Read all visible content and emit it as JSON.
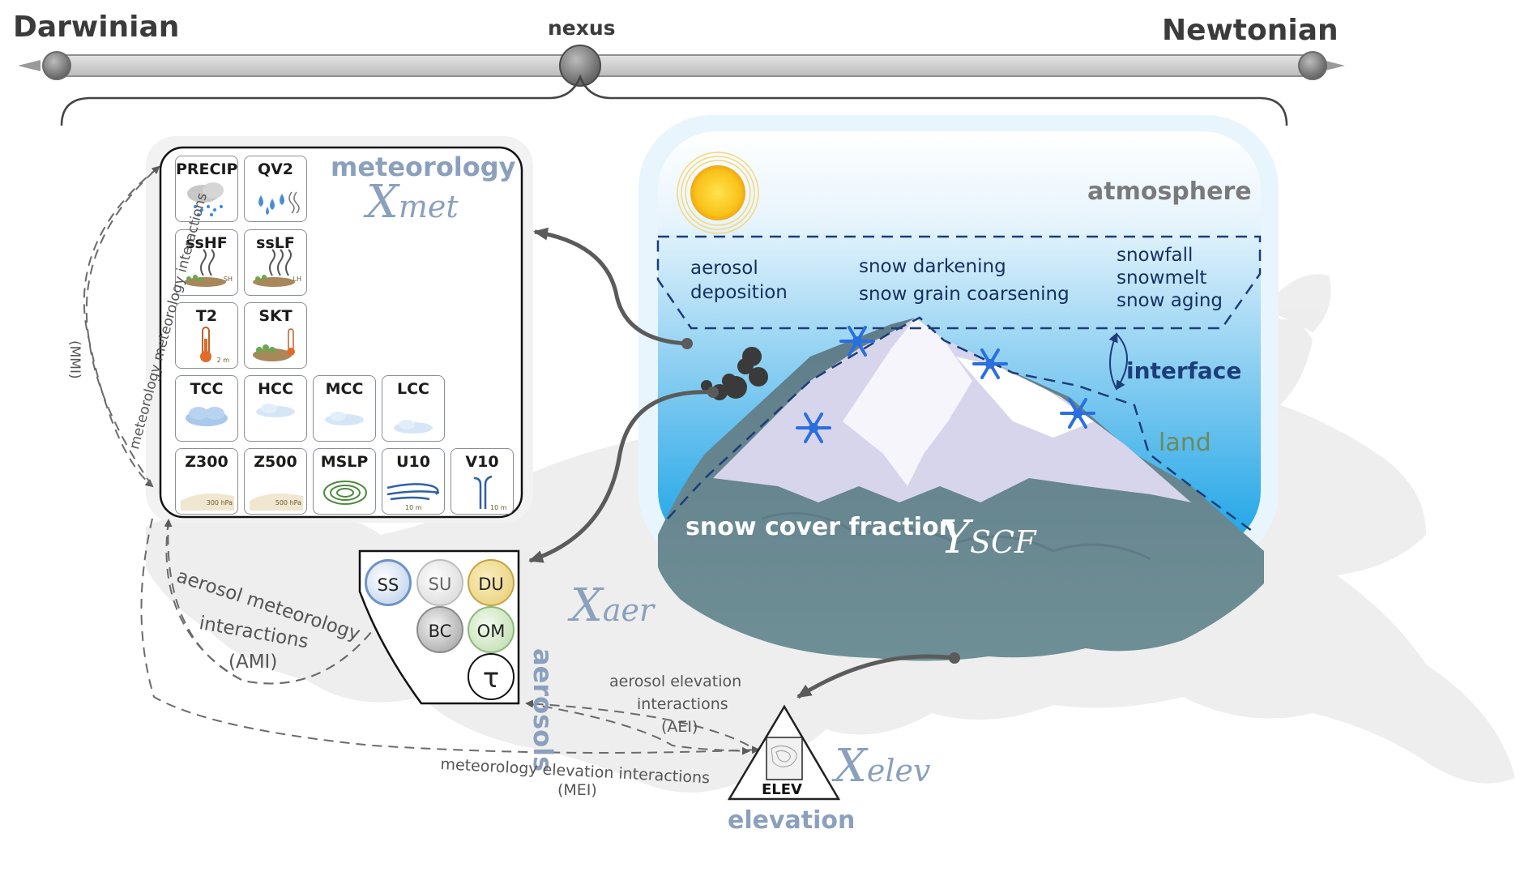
{
  "spectrum": {
    "left": "Darwinian",
    "center": "nexus",
    "right": "Newtonian"
  },
  "meteorology": {
    "title": "meteorology",
    "symbol_base": "X",
    "symbol_sub": "met",
    "tiles": [
      {
        "label": "PRECIP",
        "icon": "cloud-rain-icon"
      },
      {
        "label": "QV2",
        "icon": "humidity-drops-icon"
      },
      {
        "label": "ssHF",
        "icon": "sensible-heat-flux-icon",
        "sub": "SH"
      },
      {
        "label": "ssLF",
        "icon": "latent-heat-flux-icon",
        "sub": "LH"
      },
      {
        "label": "T2",
        "icon": "thermometer-icon",
        "sub": "2 m"
      },
      {
        "label": "SKT",
        "icon": "skin-temperature-icon"
      },
      {
        "label": "TCC",
        "icon": "total-cloud-icon"
      },
      {
        "label": "HCC",
        "icon": "high-cloud-icon"
      },
      {
        "label": "MCC",
        "icon": "mid-cloud-icon"
      },
      {
        "label": "LCC",
        "icon": "low-cloud-icon"
      },
      {
        "label": "Z300",
        "icon": "geopotential-300-icon",
        "sub": "300 hPa"
      },
      {
        "label": "Z500",
        "icon": "geopotential-500-icon",
        "sub": "500 hPa"
      },
      {
        "label": "MSLP",
        "icon": "isobar-swirl-icon"
      },
      {
        "label": "U10",
        "icon": "wind-u-icon",
        "sub": "10 m"
      },
      {
        "label": "V10",
        "icon": "wind-v-icon",
        "sub": "10 m"
      }
    ]
  },
  "aerosols": {
    "title": "aerosols",
    "symbol_base": "X",
    "symbol_sub": "aer",
    "species": [
      "SS",
      "SU",
      "DU",
      "BC",
      "OM"
    ],
    "optical_depth": "τ"
  },
  "elevation": {
    "title": "elevation",
    "box_label": "ELEV",
    "symbol_base": "X",
    "symbol_sub": "elev"
  },
  "target": {
    "label": "snow cover fraction",
    "symbol_base": "Y",
    "symbol_sub": "SCF"
  },
  "regions": {
    "atmosphere": "atmosphere",
    "interface": "interface",
    "land": "land"
  },
  "processes": {
    "col1": [
      "aerosol",
      "deposition"
    ],
    "col2": [
      "snow darkening",
      "snow grain coarsening"
    ],
    "col3": [
      "snowfall",
      "snowmelt",
      "snow aging"
    ]
  },
  "interactions": {
    "mmi": [
      "meteorology meteorology interactions",
      "(MMI)"
    ],
    "ami": [
      "aerosol meteorology",
      "interactions",
      "(AMI)"
    ],
    "aei": [
      "aerosol elevation",
      "interactions",
      "(AEI)"
    ],
    "mei": [
      "meteorology elevation interactions",
      "(MEI)"
    ]
  },
  "colors": {
    "title_gray": "#8c8c8c",
    "meteo_title": "#8aa0bd",
    "ink": "#3d3d3d",
    "atmos_blue": "#1ea2e2",
    "dash_navy": "#1c3d78",
    "land_green": "#6d8a5c"
  }
}
